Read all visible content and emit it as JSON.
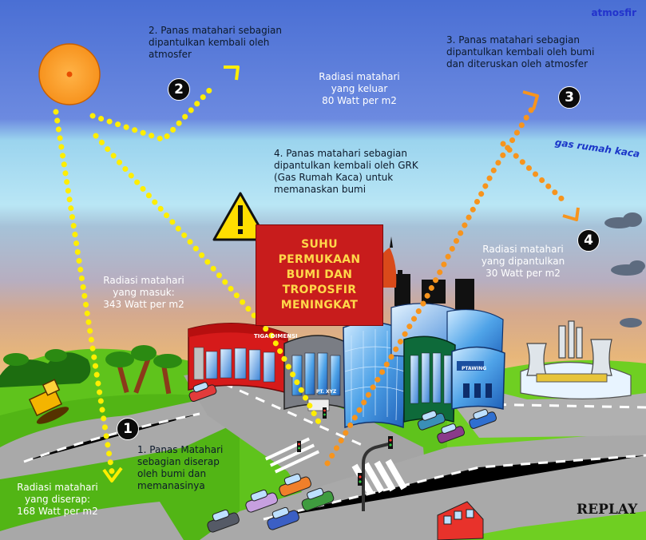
{
  "atmosphere_label": "atmosfir",
  "greenhouse_label": "gas rumah kaca",
  "steps": [
    {
      "number": "1",
      "text": "1. Panas Matahari\nsebagian diserap\noleh bumi dan\nmemanasinya"
    },
    {
      "number": "2",
      "text": "2. Panas matahari sebagian\ndipantulkan kembali oleh\natmosfer"
    },
    {
      "number": "3",
      "text": "3. Panas matahari sebagian\ndipantulkan kembali oleh bumi\ndan diteruskan oleh atmosfer"
    },
    {
      "number": "4",
      "text": "4. Panas matahari sebagian\ndipantulkan kembali oleh GRK\n(Gas Rumah Kaca) untuk\nmemanaskan bumi"
    }
  ],
  "radiation": {
    "incoming": "Radiasi matahari\nyang masuk:\n343 Watt per m2",
    "outgoing": "Radiasi matahari\nyang keluar\n80 Watt per m2",
    "reflected": "Radiasi matahari\nyang dipantulkan\n30 Watt per m2",
    "absorbed": "Radiasi matahari\nyang diserap:\n168 Watt per m2"
  },
  "warning_text": "SUHU\nPERMUKAAN\nBUMI DAN\nTROPOSFIR\nMENINGKAT",
  "building_signs": [
    "TIGA DIMENSI",
    "PT. XYZ",
    "PTAWING"
  ],
  "replay_label": "REPLAY",
  "colors": {
    "sky_top": "#4a72d6",
    "sky_band": "#a9dcef",
    "haze": "#e8b675",
    "grass": "#5fc31c",
    "sun": "#f7931e",
    "yellow_ray": "#ffee00",
    "orange_ray": "#f7941d",
    "warning_red": "#c81c1c"
  }
}
